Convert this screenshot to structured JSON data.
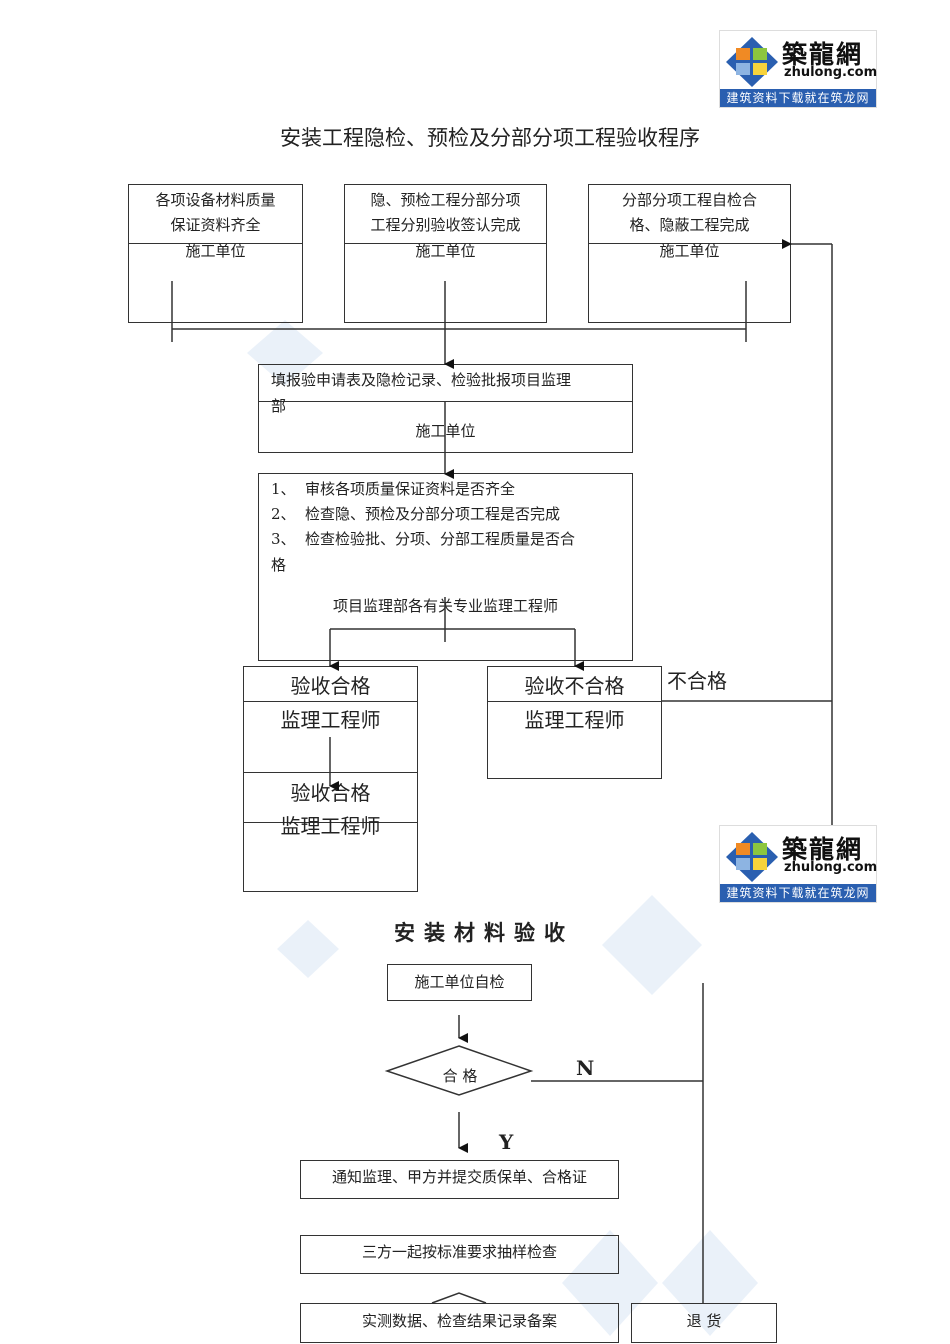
{
  "logo": {
    "name_cn": "築龍網",
    "domain": "zhulong.com",
    "slogan": "建筑资料下载就在筑龙网",
    "colors": {
      "blue": "#2a5fb0",
      "orange": "#f08a24",
      "green": "#8cc63f",
      "yellow": "#f7d33b",
      "lightblue": "#5b9bd5"
    }
  },
  "diagram1": {
    "title": "安装工程隐检、预检及分部分项工程验收程序",
    "top_boxes": [
      {
        "line1": "各项设备材料质量",
        "line2": "保证资料齐全",
        "role": "施工单位"
      },
      {
        "line1": "隐、预检工程分部分项",
        "line2": "工程分别验收签认完成",
        "role": "施工单位"
      },
      {
        "line1": "分部分项工程自检合",
        "line2": "格、隐蔽工程完成",
        "role": "施工单位"
      }
    ],
    "submit_box": {
      "line1": "填报验申请表及隐检记录、检验批报项目监理",
      "line2": "部",
      "role": "施工单位"
    },
    "review_box": {
      "items": [
        {
          "num": "1、",
          "text": "审核各项质量保证资料是否齐全"
        },
        {
          "num": "2、",
          "text": "检查隐、预检及分部分项工程是否完成"
        },
        {
          "num": "3、",
          "text": "检查检验批、分项、分部工程质量是否合"
        }
      ],
      "overflow": "格",
      "role": "项目监理部各有关专业监理工程师"
    },
    "pass_box": {
      "title": "验收合格",
      "role": "监理工程师"
    },
    "pass_box2": {
      "title": "验收合格",
      "role": "监理工程师"
    },
    "fail_box": {
      "title": "验收不合格",
      "role": "监理工程师"
    },
    "fail_label": "不合格"
  },
  "diagram2": {
    "title": "安装材料验收",
    "self_check": "施工单位自检",
    "decision": "合 格",
    "no_label": "N",
    "yes_label": "Y",
    "notify": "通知监理、甲方并提交质保单、合格证",
    "sample": "三方一起按标准要求抽样检查",
    "record": "实测数据、检查结果记录备案",
    "return": "退 货"
  }
}
